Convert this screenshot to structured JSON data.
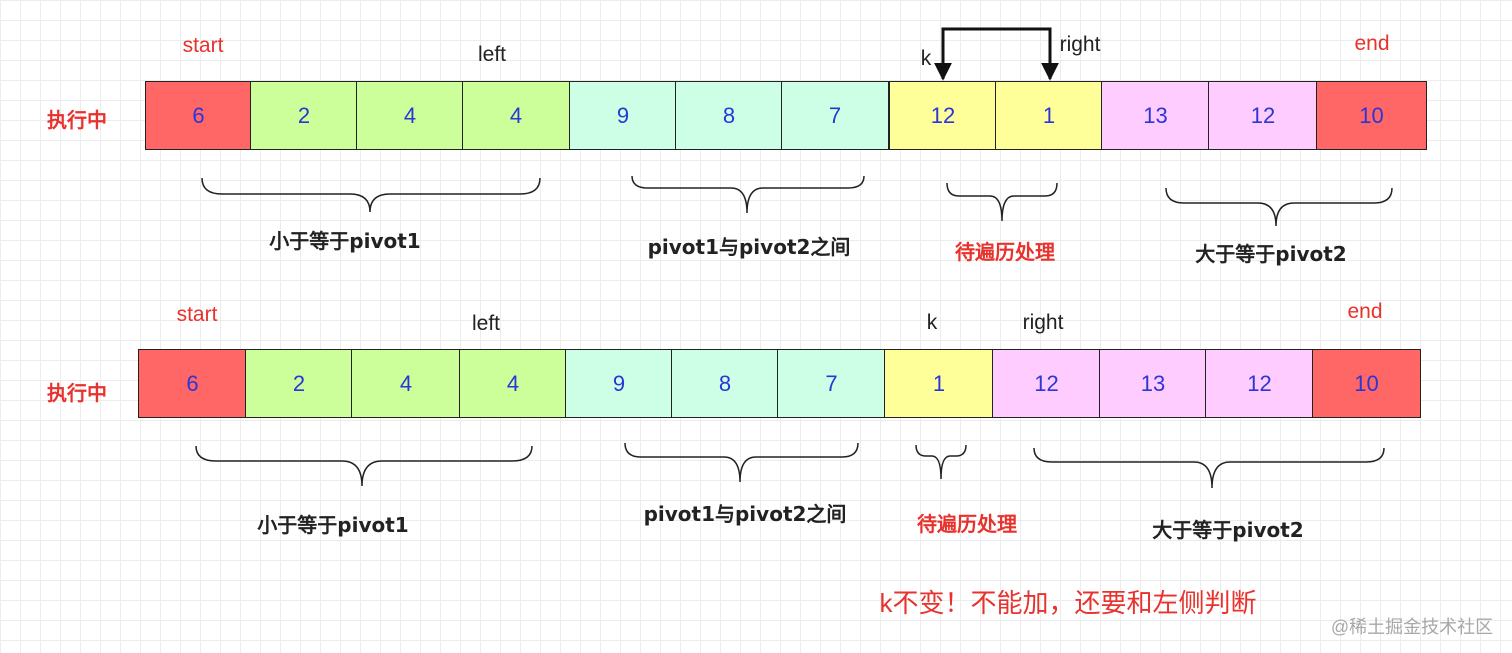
{
  "colors": {
    "pivot_red": "#ff6666",
    "le_pivot1_green": "#ccff99",
    "between_cyan": "#ccffe6",
    "pending_yellow": "#ffff99",
    "ge_pivot2_pink": "#ffccff",
    "label_red": "#e8322d",
    "value_blue": "#2b35d8"
  },
  "rows": [
    {
      "side_label": "执行中",
      "cells": [
        {
          "value": "6",
          "group": "pivot_red"
        },
        {
          "value": "2",
          "group": "le_pivot1_green"
        },
        {
          "value": "4",
          "group": "le_pivot1_green"
        },
        {
          "value": "4",
          "group": "le_pivot1_green"
        },
        {
          "value": "9",
          "group": "between_cyan"
        },
        {
          "value": "8",
          "group": "between_cyan"
        },
        {
          "value": "7",
          "group": "between_cyan"
        },
        {
          "value": "12",
          "group": "pending_yellow"
        },
        {
          "value": "1",
          "group": "pending_yellow"
        },
        {
          "value": "13",
          "group": "ge_pivot2_pink"
        },
        {
          "value": "12",
          "group": "ge_pivot2_pink"
        },
        {
          "value": "10",
          "group": "pivot_red"
        }
      ],
      "pointers": {
        "start": "start",
        "left": "left",
        "k": "k",
        "right": "right",
        "end": "end"
      },
      "groups": [
        "小于等于pivot1",
        "pivot1与pivot2之间",
        "待遍历处理",
        "大于等于pivot2"
      ]
    },
    {
      "side_label": "执行中",
      "cells": [
        {
          "value": "6",
          "group": "pivot_red"
        },
        {
          "value": "2",
          "group": "le_pivot1_green"
        },
        {
          "value": "4",
          "group": "le_pivot1_green"
        },
        {
          "value": "4",
          "group": "le_pivot1_green"
        },
        {
          "value": "9",
          "group": "between_cyan"
        },
        {
          "value": "8",
          "group": "between_cyan"
        },
        {
          "value": "7",
          "group": "between_cyan"
        },
        {
          "value": "1",
          "group": "pending_yellow"
        },
        {
          "value": "12",
          "group": "ge_pivot2_pink"
        },
        {
          "value": "13",
          "group": "ge_pivot2_pink"
        },
        {
          "value": "12",
          "group": "ge_pivot2_pink"
        },
        {
          "value": "10",
          "group": "pivot_red"
        }
      ],
      "pointers": {
        "start": "start",
        "left": "left",
        "k": "k",
        "right": "right",
        "end": "end"
      },
      "groups": [
        "小于等于pivot1",
        "pivot1与pivot2之间",
        "待遍历处理",
        "大于等于pivot2"
      ]
    }
  ],
  "note": "k不变！不能加，还要和左侧判断",
  "watermark": "@稀土掘金技术社区"
}
